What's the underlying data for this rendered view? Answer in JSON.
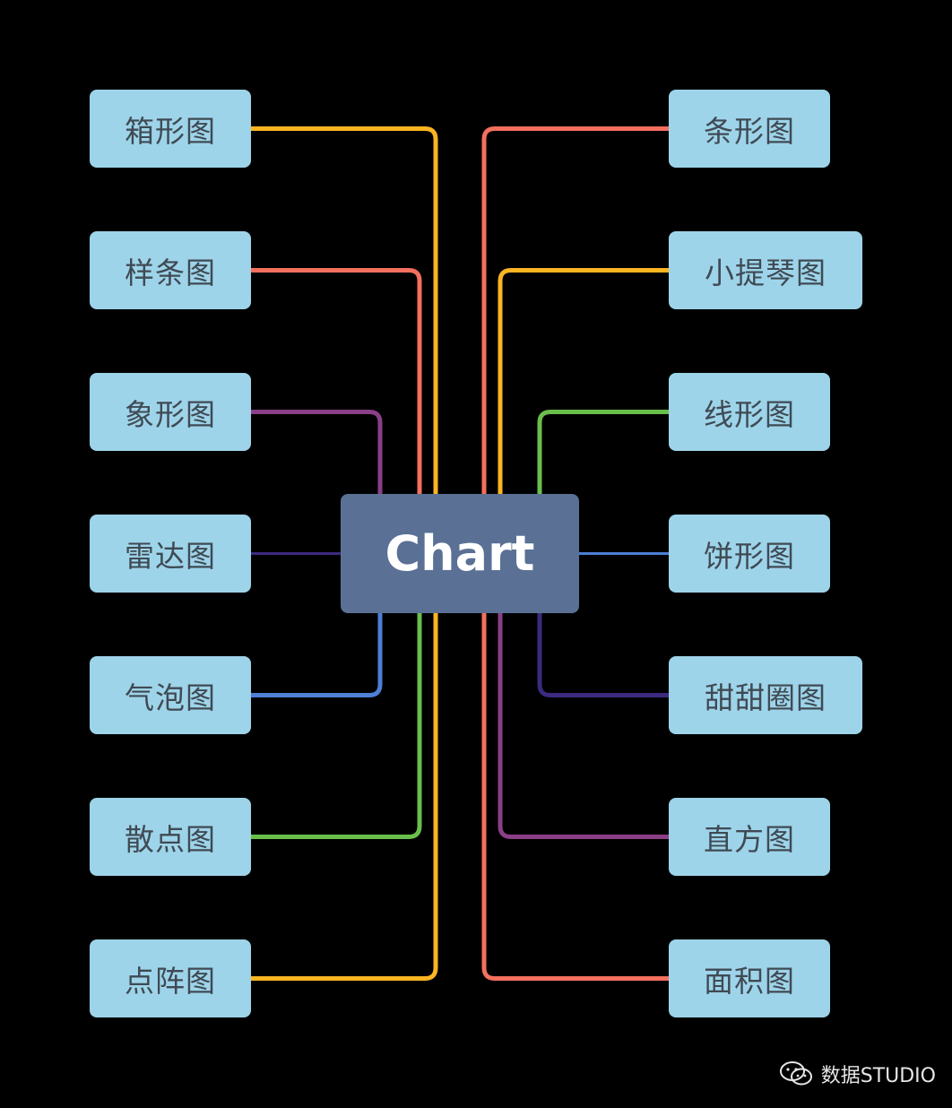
{
  "center": {
    "label": "Chart"
  },
  "left_nodes": [
    {
      "label": "箱形图",
      "color": "#fbb521"
    },
    {
      "label": "样条图",
      "color": "#f4705e"
    },
    {
      "label": "象形图",
      "color": "#8a3f87"
    },
    {
      "label": "雷达图",
      "color": "#3b2a80"
    },
    {
      "label": "气泡图",
      "color": "#4d7fd6"
    },
    {
      "label": "散点图",
      "color": "#6abf4b"
    },
    {
      "label": "点阵图",
      "color": "#fbb521"
    }
  ],
  "right_nodes": [
    {
      "label": "条形图",
      "color": "#f4705e"
    },
    {
      "label": "小提琴图",
      "color": "#fbb521"
    },
    {
      "label": "线形图",
      "color": "#6abf4b"
    },
    {
      "label": "饼形图",
      "color": "#4d7fd6"
    },
    {
      "label": "甜甜圈图",
      "color": "#3b2a80"
    },
    {
      "label": "直方图",
      "color": "#8a3f87"
    },
    {
      "label": "面积图",
      "color": "#f4705e"
    }
  ],
  "watermark": {
    "text": "数据STUDIO",
    "icon": "wechat-icon"
  }
}
